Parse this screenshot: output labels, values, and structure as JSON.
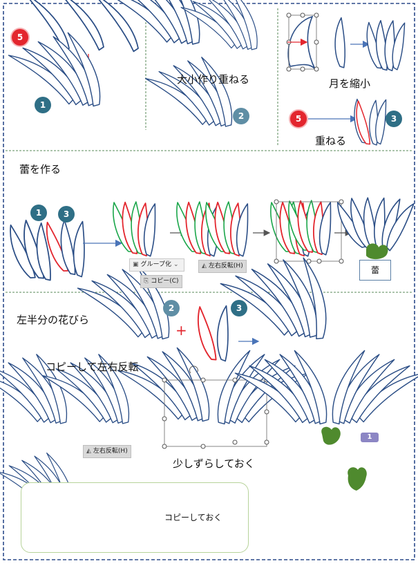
{
  "section1": {
    "label_stack": "大小作り重ねる",
    "label_shrink_moon": "月を縮小",
    "label_overlay": "重ねる",
    "badges": {
      "a": "5",
      "b": "1",
      "c": "2",
      "d": "5",
      "e": "3"
    }
  },
  "section2": {
    "title": "蕾を作る",
    "badges": {
      "a": "1",
      "b": "3"
    },
    "ribbon_group": "グループ化",
    "ribbon_copy": "コピー(C)",
    "ribbon_flip": "左右反転(H)",
    "result_label": "蕾"
  },
  "section3": {
    "title": "左半分の花びら",
    "plus": "+",
    "badges": {
      "a": "2",
      "b": "3",
      "c": "1"
    },
    "label_copy_flip": "コピーして左右反転",
    "ribbon_flip": "左右反転(H)",
    "label_offset": "少しずらしておく",
    "note_text": "コピーしておく"
  },
  "colors": {
    "petal_stroke": "#2b4e86",
    "accent_red": "#e3262e",
    "accent_green": "#1aa64a",
    "leaf_green": "#4f8a2e",
    "frame_blue": "#2b4a8a",
    "divider_green": "#5a8a5a",
    "arrow_blue": "#4a74b8"
  }
}
